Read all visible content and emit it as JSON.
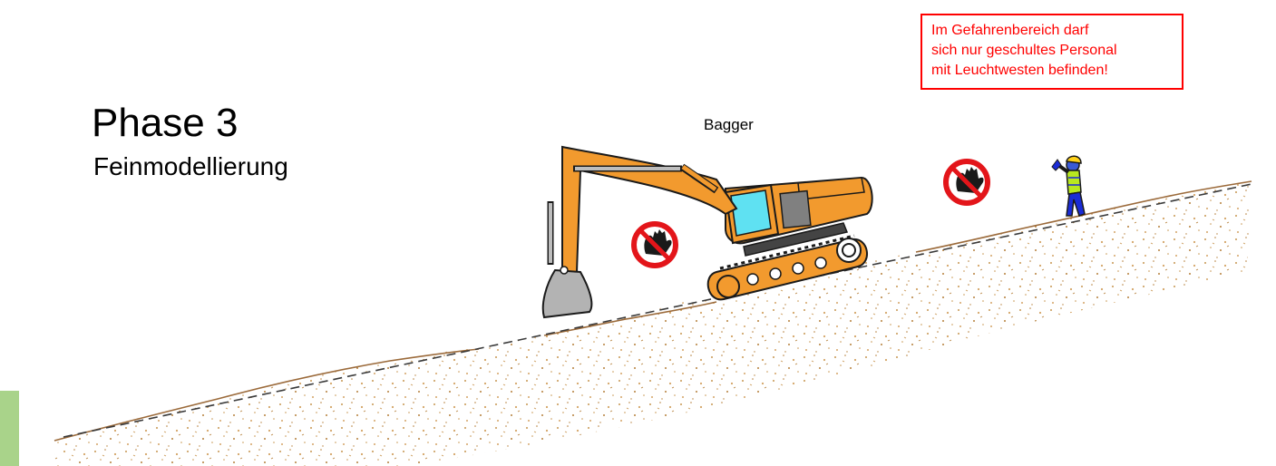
{
  "title": "Phase 3",
  "subtitle": "Feinmodellierung",
  "machine_label": "Bagger",
  "warning": {
    "lines": [
      "Im Gefahrenbereich darf",
      "sich nur geschultes Personal",
      "mit Leuchtwesten befinden!"
    ],
    "color": "#ff0000"
  },
  "colors": {
    "excavator_body": "#f29a2e",
    "excavator_cab_glass": "#5fe1f2",
    "excavator_counterweight_panel": "#808080",
    "track": "#f29a2e",
    "soil_line": "#9b6a3a",
    "soil_speckle": "#c7954f",
    "design_line": "#3a3a3a",
    "prohibition_sign_ring": "#e3151a",
    "worker_vest": "#b8e820",
    "worker_trousers": "#1a2bd6",
    "worker_helmet": "#ffd21a",
    "side_marker": "#a9d38a"
  },
  "icons": [
    "excavator-icon",
    "no-entry-hand-sign-icon",
    "worker-with-hi-vis-vest-icon"
  ]
}
